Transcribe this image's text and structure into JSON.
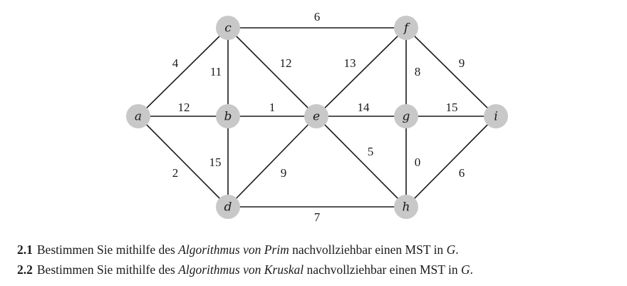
{
  "graph": {
    "nodes": [
      {
        "id": "a",
        "label": "a"
      },
      {
        "id": "b",
        "label": "b"
      },
      {
        "id": "c",
        "label": "c"
      },
      {
        "id": "d",
        "label": "d"
      },
      {
        "id": "e",
        "label": "e"
      },
      {
        "id": "f",
        "label": "f"
      },
      {
        "id": "g",
        "label": "g"
      },
      {
        "id": "h",
        "label": "h"
      },
      {
        "id": "i",
        "label": "i"
      }
    ],
    "edges": [
      {
        "from": "c",
        "to": "f",
        "weight": "6"
      },
      {
        "from": "a",
        "to": "c",
        "weight": "4"
      },
      {
        "from": "c",
        "to": "b",
        "weight": "11"
      },
      {
        "from": "c",
        "to": "e",
        "weight": "12"
      },
      {
        "from": "e",
        "to": "f",
        "weight": "13"
      },
      {
        "from": "f",
        "to": "g",
        "weight": "8"
      },
      {
        "from": "f",
        "to": "i",
        "weight": "9"
      },
      {
        "from": "a",
        "to": "b",
        "weight": "12"
      },
      {
        "from": "b",
        "to": "e",
        "weight": "1"
      },
      {
        "from": "e",
        "to": "g",
        "weight": "14"
      },
      {
        "from": "g",
        "to": "i",
        "weight": "15"
      },
      {
        "from": "a",
        "to": "d",
        "weight": "2"
      },
      {
        "from": "b",
        "to": "d",
        "weight": "15"
      },
      {
        "from": "d",
        "to": "e",
        "weight": "9"
      },
      {
        "from": "e",
        "to": "h",
        "weight": "5"
      },
      {
        "from": "g",
        "to": "h",
        "weight": "0"
      },
      {
        "from": "h",
        "to": "i",
        "weight": "6"
      },
      {
        "from": "d",
        "to": "h",
        "weight": "7"
      }
    ]
  },
  "tasks": [
    {
      "number": "2.1",
      "text_before": "Bestimmen Sie mithilfe des ",
      "italic": "Algorithmus von Prim",
      "text_after": " nachvollziehbar einen MST in ",
      "graph_name": "G",
      "end": "."
    },
    {
      "number": "2.2",
      "text_before": "Bestimmen Sie mithilfe des ",
      "italic": "Algorithmus von Kruskal",
      "text_after": " nachvollziehbar einen MST in ",
      "graph_name": "G",
      "end": "."
    }
  ]
}
